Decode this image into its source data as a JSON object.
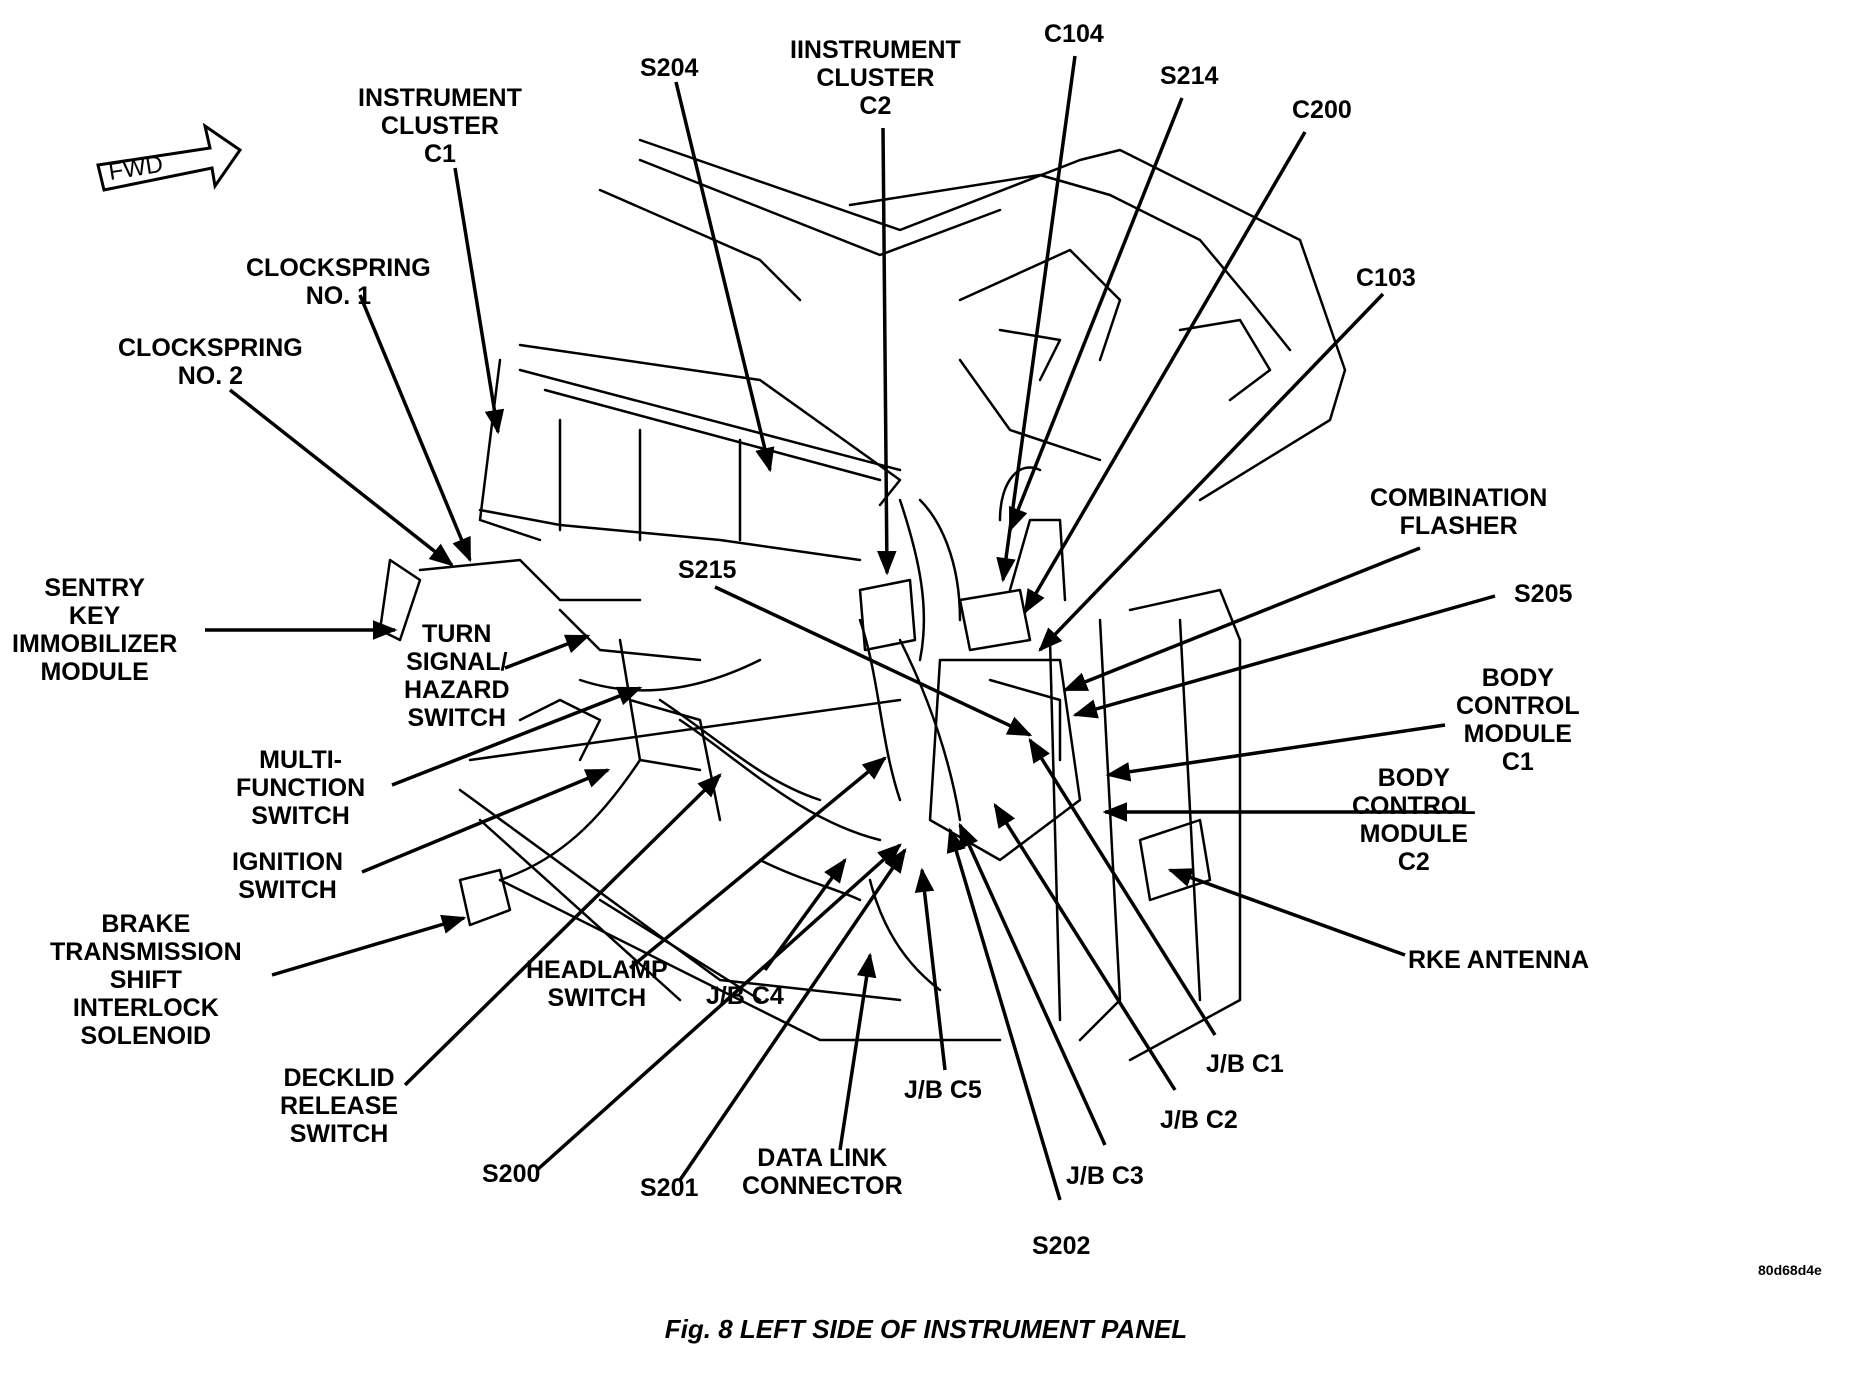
{
  "caption": "Fig. 8 LEFT SIDE OF INSTRUMENT PANEL",
  "image_code": "80d68d4e",
  "direction_arrow": "FWD",
  "labels": {
    "instrument_cluster_c1": [
      "INSTRUMENT",
      "CLUSTER",
      "C1"
    ],
    "clockspring_no1": [
      "CLOCKSPRING",
      "NO. 1"
    ],
    "clockspring_no2": [
      "CLOCKSPRING",
      "NO. 2"
    ],
    "sentry_key": [
      "SENTRY",
      "KEY",
      "IMMOBILIZER",
      "MODULE"
    ],
    "turn_signal": [
      "TURN",
      "SIGNAL/",
      "HAZARD",
      "SWITCH"
    ],
    "multi_function": [
      "MULTI-",
      "FUNCTION",
      "SWITCH"
    ],
    "ignition": [
      "IGNITION",
      "SWITCH"
    ],
    "brake_trans": [
      "BRAKE",
      "TRANSMISSION",
      "SHIFT",
      "INTERLOCK",
      "SOLENOID"
    ],
    "decklid": [
      "DECKLID",
      "RELEASE",
      "SWITCH"
    ],
    "headlamp": [
      "HEADLAMP",
      "SWITCH"
    ],
    "s204": "S204",
    "instrument_cluster_c2": [
      "IINSTRUMENT",
      "CLUSTER",
      "C2"
    ],
    "c104": "C104",
    "s214": "S214",
    "c200": "C200",
    "c103": "C103",
    "s215": "S215",
    "combination_flasher": [
      "COMBINATION",
      "FLASHER"
    ],
    "s205": "S205",
    "bcm_c1": [
      "BODY",
      "CONTROL",
      "MODULE",
      "C1"
    ],
    "bcm_c2": [
      "BODY",
      "CONTROL",
      "MODULE",
      "C2"
    ],
    "rke_antenna": "RKE ANTENNA",
    "jb_c1": "J/B C1",
    "jb_c2": "J/B C2",
    "jb_c3": "J/B C3",
    "jb_c4": "J/B C4",
    "jb_c5": "J/B C5",
    "s202": "S202",
    "s200": "S200",
    "s201": "S201",
    "data_link": [
      "DATA LINK",
      "CONNECTOR"
    ]
  }
}
